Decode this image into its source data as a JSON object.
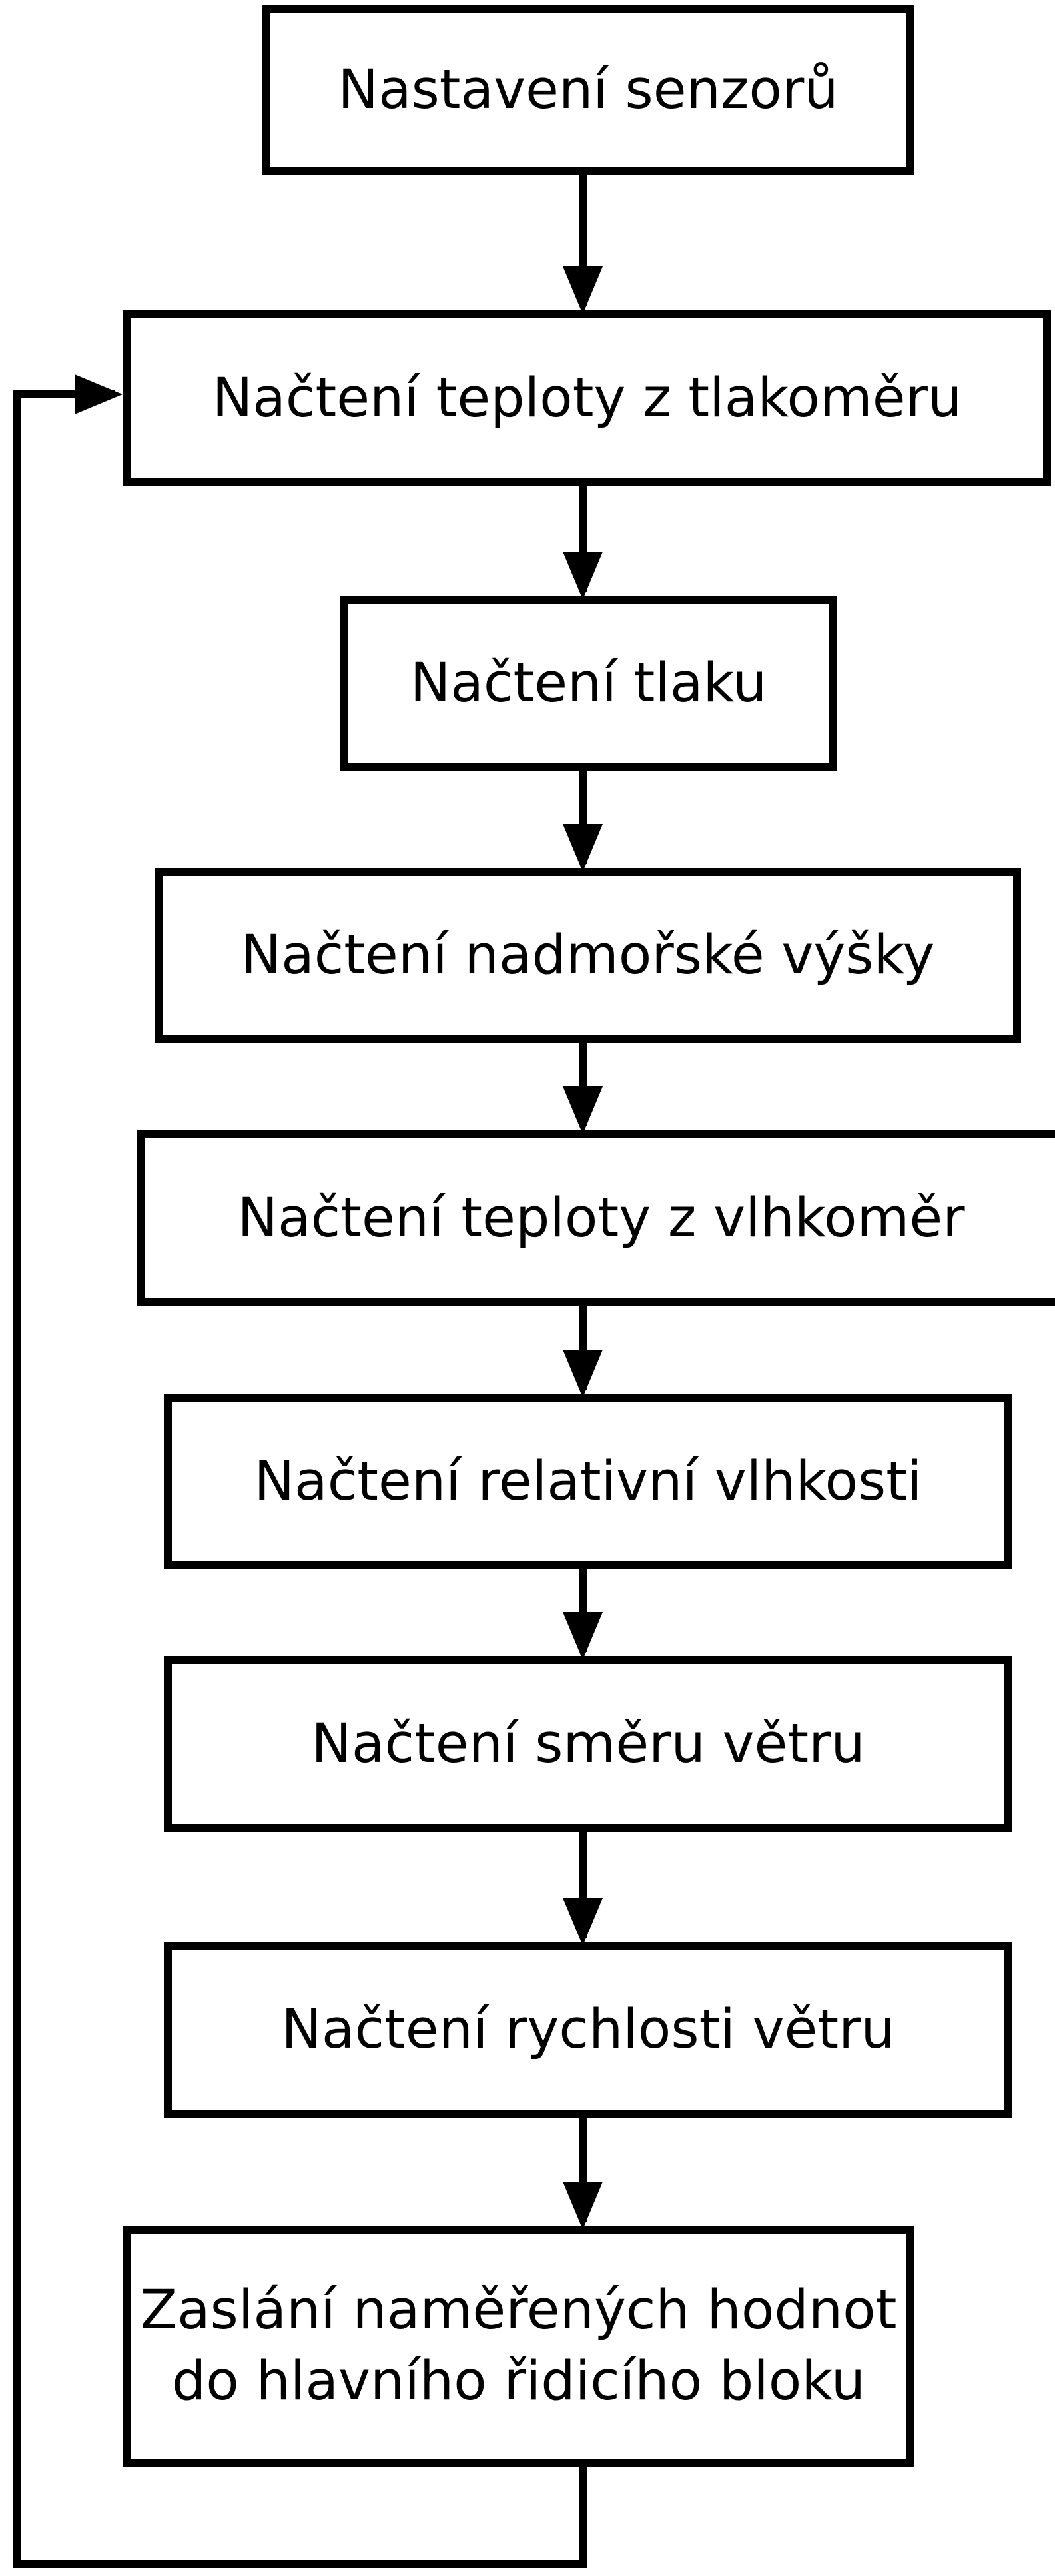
{
  "diagram": {
    "type": "flowchart",
    "background_color": "#ffffff",
    "stroke_color": "#000000",
    "text_color": "#000000",
    "nodes": [
      {
        "id": "n1",
        "label": "Nastavení senzorů"
      },
      {
        "id": "n2",
        "label": "Načtení teploty z tlakoměru"
      },
      {
        "id": "n3",
        "label": "Načtení tlaku"
      },
      {
        "id": "n4",
        "label": "Načtení nadmořské výšky"
      },
      {
        "id": "n5",
        "label": "Načtení teploty z vlhkoměr"
      },
      {
        "id": "n6",
        "label": "Načtení relativní vlhkosti"
      },
      {
        "id": "n7",
        "label": "Načtení směru větru"
      },
      {
        "id": "n8",
        "label": "Načtení rychlosti větru"
      },
      {
        "id": "n9",
        "label": "Zaslání naměřených hodnot\ndo hlavního řidicího bloku"
      }
    ],
    "edges": [
      {
        "from": "n1",
        "to": "n2",
        "style": "arrow-down"
      },
      {
        "from": "n2",
        "to": "n3",
        "style": "arrow-down"
      },
      {
        "from": "n3",
        "to": "n4",
        "style": "arrow-down"
      },
      {
        "from": "n4",
        "to": "n5",
        "style": "arrow-down"
      },
      {
        "from": "n5",
        "to": "n6",
        "style": "arrow-down"
      },
      {
        "from": "n6",
        "to": "n7",
        "style": "arrow-down"
      },
      {
        "from": "n7",
        "to": "n8",
        "style": "arrow-down"
      },
      {
        "from": "n8",
        "to": "n9",
        "style": "arrow-down"
      },
      {
        "from": "n9",
        "to": "n2",
        "style": "feedback-loop-left"
      }
    ]
  }
}
